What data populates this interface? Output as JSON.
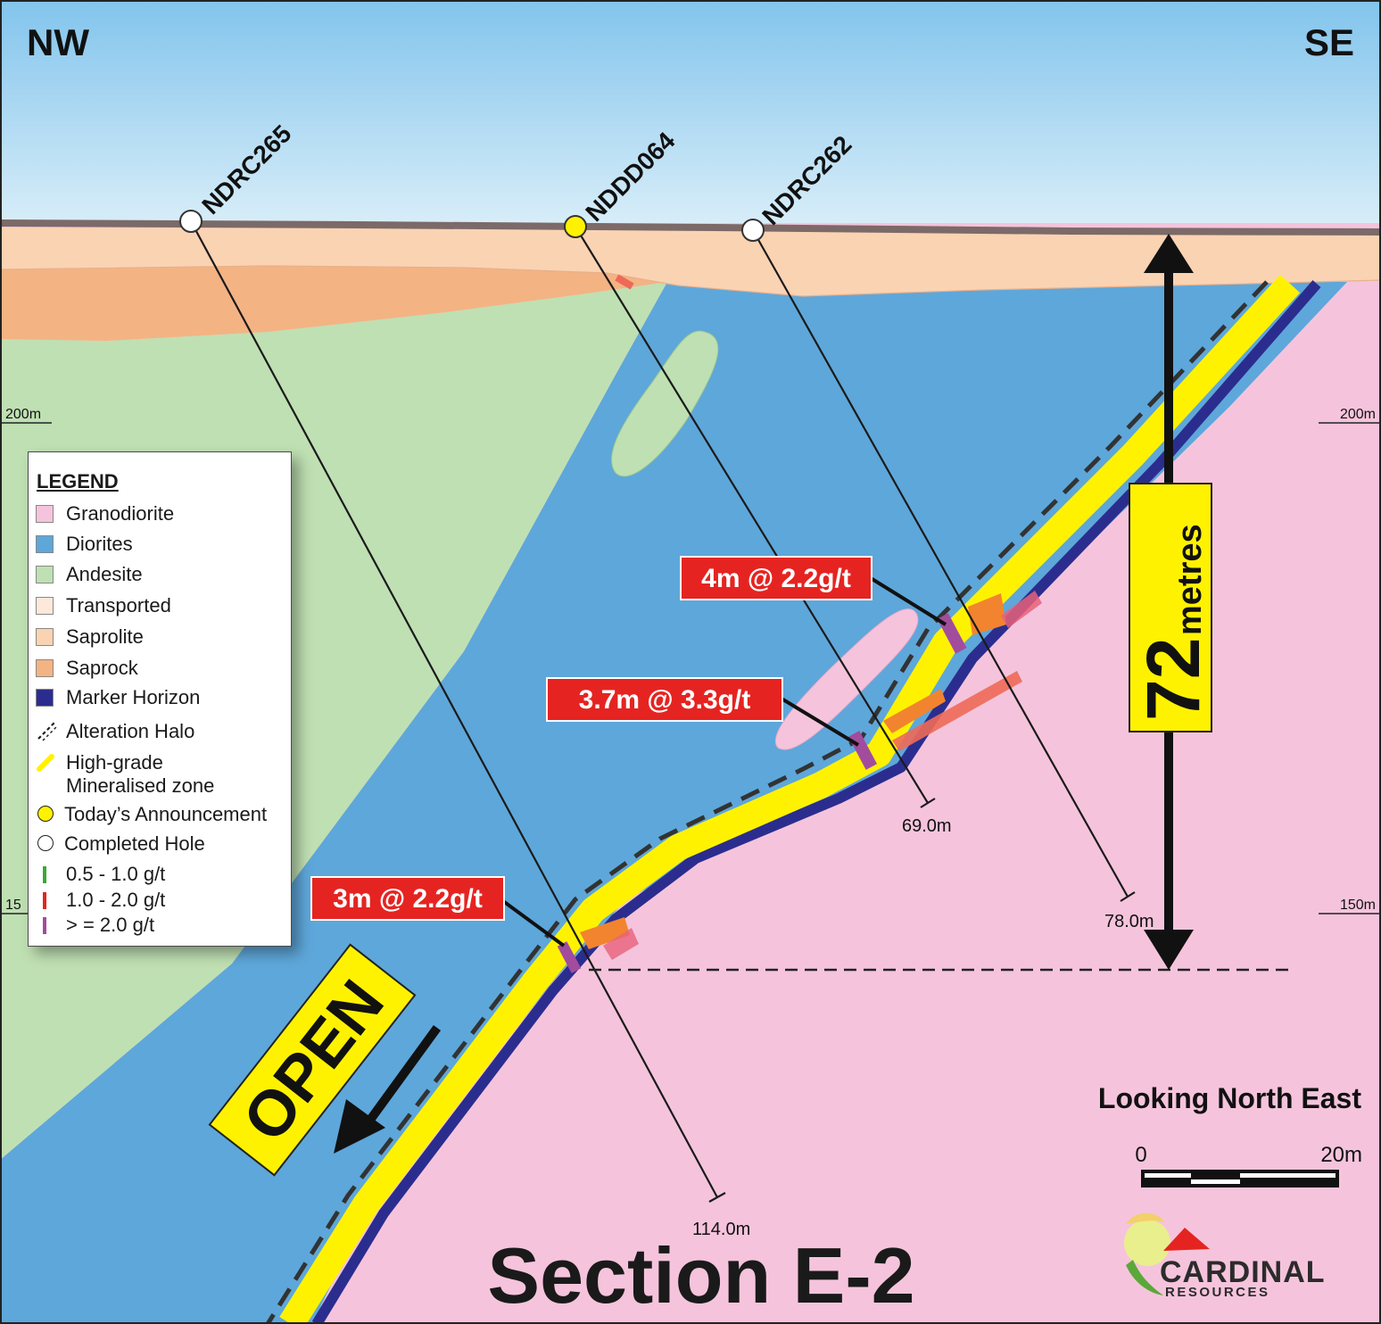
{
  "orientation": {
    "left": "NW",
    "right": "SE"
  },
  "title": "Section E-2",
  "view_direction": "Looking North East",
  "elevation_labels": {
    "left_200": "200m",
    "right_200": "200m",
    "left_150": "15",
    "right_150": "150m"
  },
  "drill_holes": [
    {
      "id": "NDRC265",
      "status": "Completed Hole",
      "end_depth": "114.0m"
    },
    {
      "id": "NDDD064",
      "status": "Today's Announcement",
      "end_depth": "69.0m"
    },
    {
      "id": "NDRC262",
      "status": "Completed Hole",
      "end_depth": "78.0m"
    }
  ],
  "intercepts": [
    {
      "label": "4m @ 2.2g/t"
    },
    {
      "label": "3.7m @ 3.3g/t"
    },
    {
      "label": "3m @ 2.2g/t"
    }
  ],
  "thickness_callout": {
    "value": "72",
    "unit": "metres"
  },
  "open_label": "OPEN",
  "scale_bar": {
    "start": "0",
    "end": "20m"
  },
  "logo": {
    "name": "CARDINAL",
    "sub": "RESOURCES"
  },
  "legend": {
    "title": "LEGEND",
    "items": [
      {
        "label": "Granodiorite",
        "color": "#f5c4dc"
      },
      {
        "label": "Diorites",
        "color": "#5ea7da"
      },
      {
        "label": "Andesite",
        "color": "#bfe0b3"
      },
      {
        "label": "Transported",
        "color": "#fde8db"
      },
      {
        "label": "Saprolite",
        "color": "#fad3b3"
      },
      {
        "label": "Saprock",
        "color": "#f4b383"
      },
      {
        "label": "Marker Horizon",
        "color": "#2b2d8e"
      },
      {
        "label": "Alteration Halo",
        "icon": "dashed-line-icon"
      },
      {
        "label": "High-grade",
        "label2": "Mineralised zone",
        "color": "#fff200",
        "icon": "yellow-bar-icon"
      },
      {
        "label": "Today’s Announcement",
        "color": "#fff200",
        "icon": "yellow-circle-icon"
      },
      {
        "label": "Completed Hole",
        "color": "#ffffff",
        "icon": "white-circle-icon"
      },
      {
        "label": "0.5 - 1.0  g/t",
        "color": "#3aa935"
      },
      {
        "label": "1.0 - 2.0 g/t",
        "color": "#e52421"
      },
      {
        "label": "> = 2.0 g/t",
        "color": "#a24c9e"
      }
    ]
  }
}
